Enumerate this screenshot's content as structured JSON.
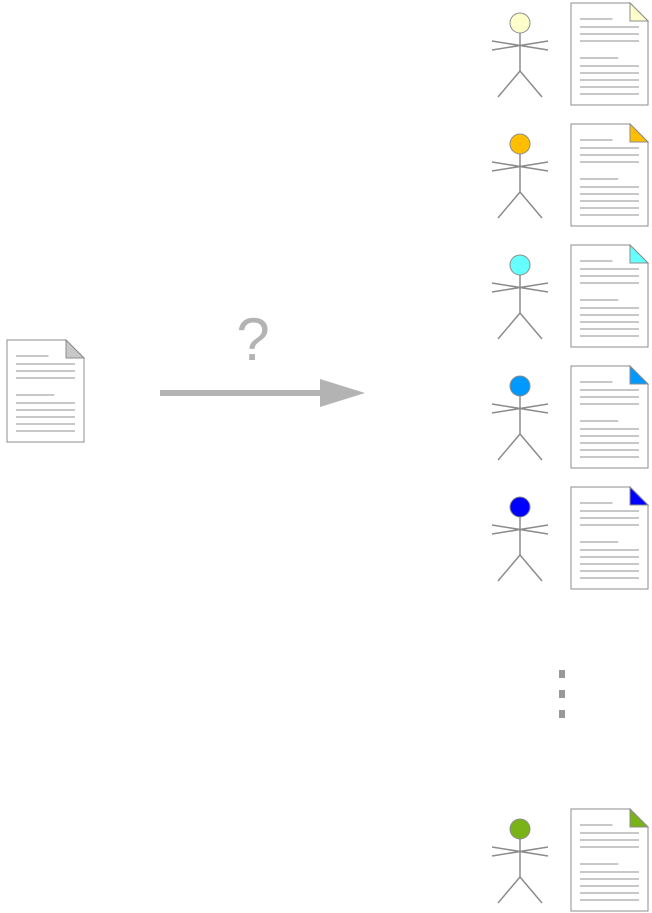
{
  "query": {
    "question_mark": "?",
    "arrow_color": "#b3b3b3",
    "source_document": {
      "icon": "document-icon",
      "corner_color": "#c8c8c8"
    }
  },
  "candidates": [
    {
      "id": "author-1",
      "icon": "person-icon",
      "color": "#ffffcc",
      "doc_corner": "#ffffcc"
    },
    {
      "id": "author-2",
      "icon": "person-icon",
      "color": "#ffbf00",
      "doc_corner": "#ffbf00"
    },
    {
      "id": "author-3",
      "icon": "person-icon",
      "color": "#66ffff",
      "doc_corner": "#66ffff"
    },
    {
      "id": "author-4",
      "icon": "person-icon",
      "color": "#0099ff",
      "doc_corner": "#0099ff"
    },
    {
      "id": "author-5",
      "icon": "person-icon",
      "color": "#0000ff",
      "doc_corner": "#0000ff"
    },
    {
      "id": "author-n",
      "icon": "person-icon",
      "color": "#7ab317",
      "doc_corner": "#7ab317"
    }
  ],
  "ellipsis": {
    "icon": "vertical-ellipsis-icon"
  }
}
